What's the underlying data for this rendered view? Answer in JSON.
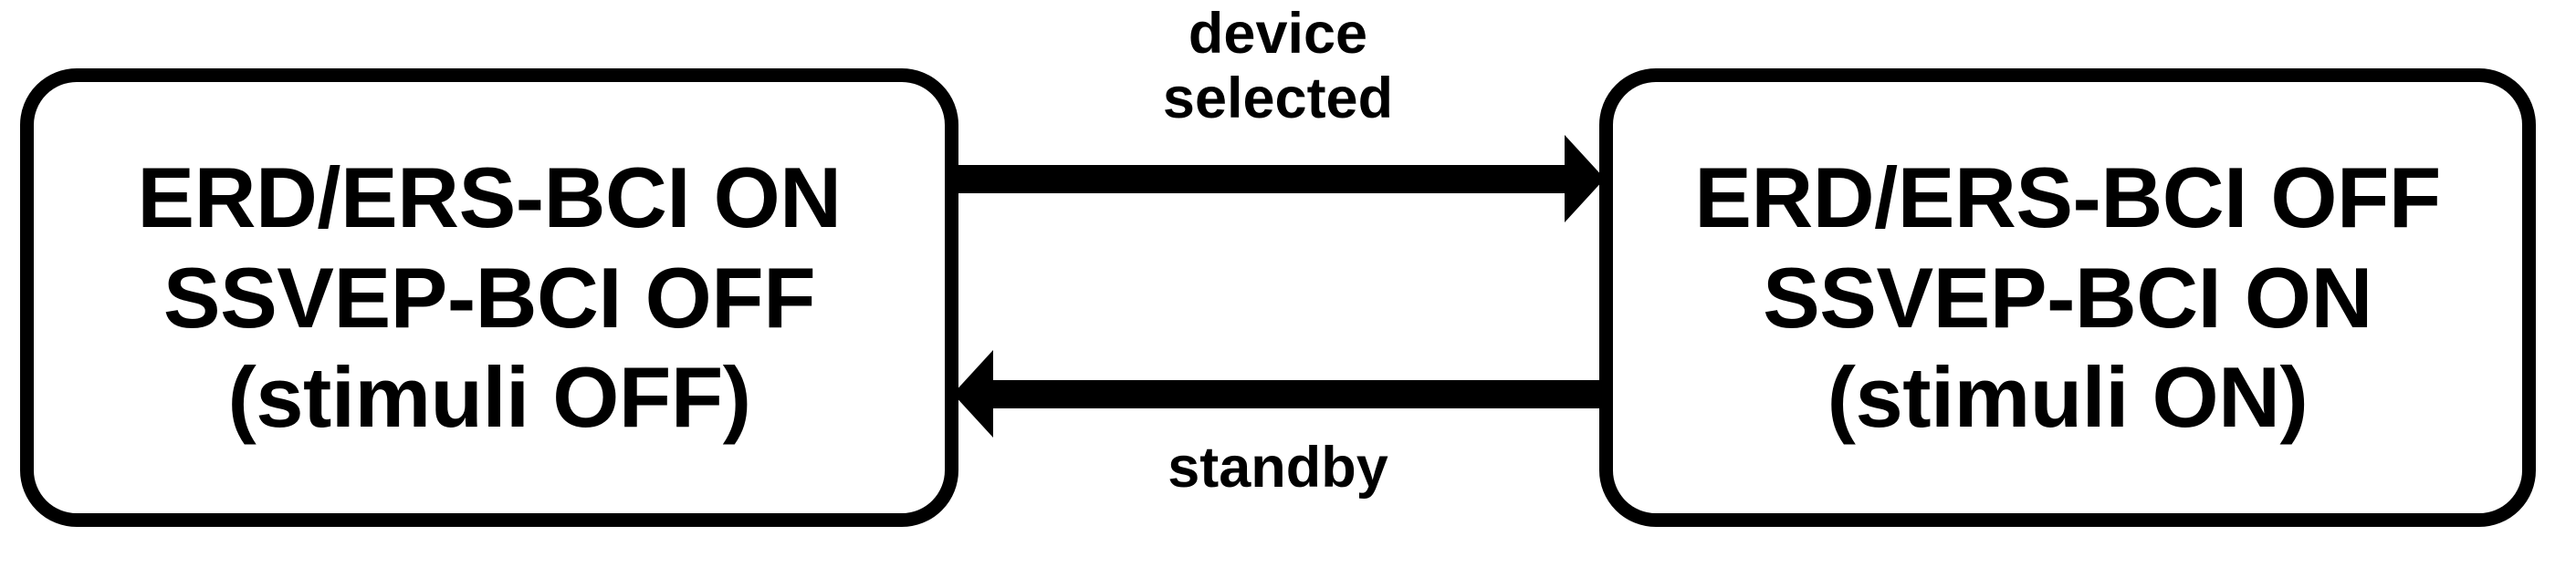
{
  "diagram": {
    "type": "state-transition",
    "background_color": "#ffffff",
    "stroke_color": "#000000",
    "states": [
      {
        "id": "erd-ers-active",
        "lines": [
          "ERD/ERS-BCI ON",
          "SSVEP-BCI OFF",
          "(stimuli OFF)"
        ]
      },
      {
        "id": "ssvep-active",
        "lines": [
          "ERD/ERS-BCI OFF",
          "SSVEP-BCI ON",
          "(stimuli ON)"
        ]
      }
    ],
    "transitions": [
      {
        "id": "forward",
        "label_lines": [
          "device",
          "selected"
        ],
        "direction": "right",
        "from": "erd-ers-active",
        "to": "ssvep-active"
      },
      {
        "id": "back",
        "label_lines": [
          "standby"
        ],
        "direction": "left",
        "from": "ssvep-active",
        "to": "erd-ers-active"
      }
    ]
  }
}
